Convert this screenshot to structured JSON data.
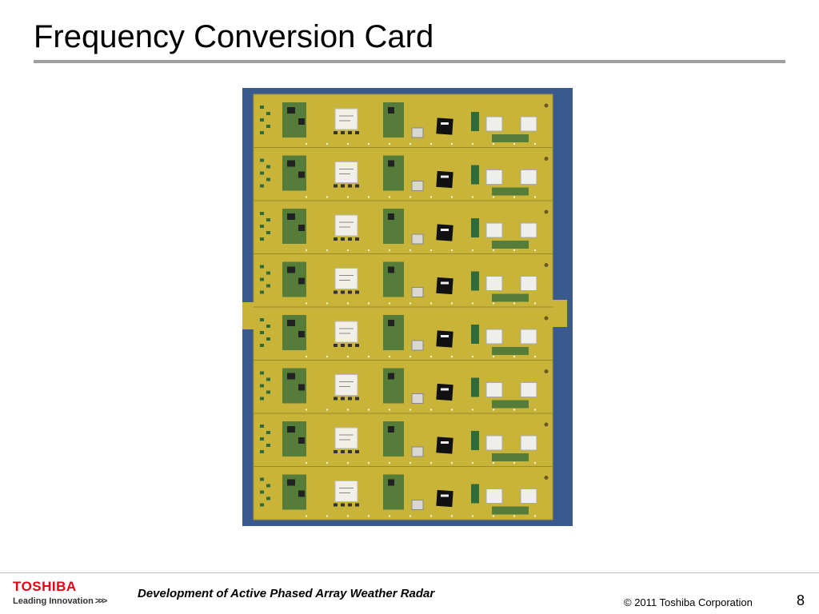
{
  "slide": {
    "title": "Frequency Conversion Card",
    "page_number": "8"
  },
  "footer": {
    "brand": "TOSHIBA",
    "tagline": "Leading Innovation",
    "tagline_arrows": ">>>",
    "presentation_title": "Development of Active Phased Array Weather Radar",
    "copyright": "© 2011 Toshiba Corporation"
  },
  "colors": {
    "brand_red": "#e60012",
    "pcb_gold": "#c9b43a",
    "pcb_green": "#2f6a3a",
    "photo_background": "#3a5a8e"
  }
}
